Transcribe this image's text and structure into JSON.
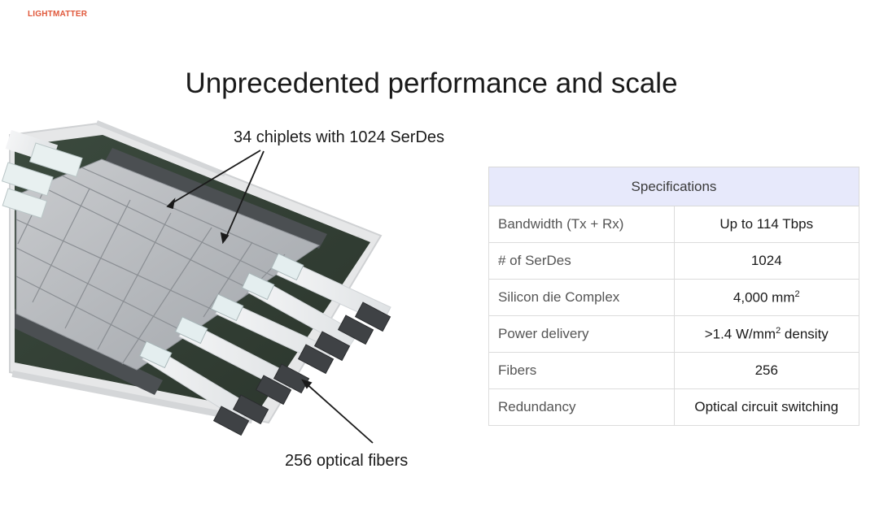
{
  "brand": "LIGHTMATTER",
  "title": "Unprecedented performance and scale",
  "figure": {
    "callout_chiplets": "34 chiplets with 1024 SerDes",
    "callout_fibers": "256 optical fibers"
  },
  "specs": {
    "header": "Specifications",
    "rows": [
      {
        "label": "Bandwidth (Tx + Rx)",
        "value": "Up to 114 Tbps"
      },
      {
        "label": "# of SerDes",
        "value": "1024"
      },
      {
        "label": "Silicon die Complex",
        "value": "4,000 mm",
        "sup": "2"
      },
      {
        "label": "Power delivery",
        "value": ">1.4 W/mm",
        "sup": "2",
        "value_suffix": " density"
      },
      {
        "label": "Fibers",
        "value": "256"
      },
      {
        "label": "Redundancy",
        "value": "Optical circuit switching"
      }
    ]
  }
}
